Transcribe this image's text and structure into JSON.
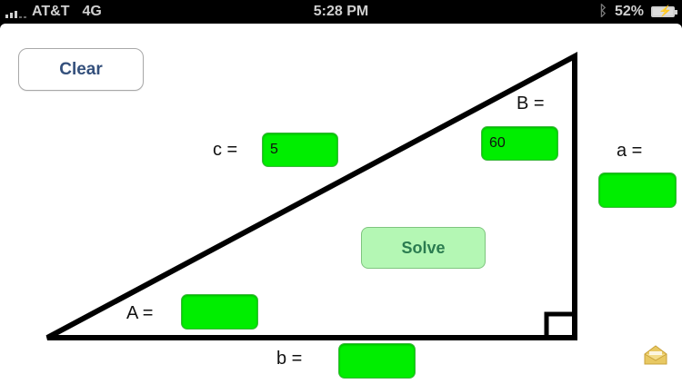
{
  "status_bar": {
    "carrier": "AT&T",
    "network": "4G",
    "time": "5:28 PM",
    "battery_percent": "52%",
    "icons": [
      "signal-icon",
      "bluetooth-icon",
      "battery-charging-icon"
    ]
  },
  "buttons": {
    "clear_label": "Clear",
    "solve_label": "Solve"
  },
  "fields": {
    "c": {
      "label": "c =",
      "value": "5"
    },
    "B": {
      "label": "B =",
      "value": "60"
    },
    "a": {
      "label": "a =",
      "value": ""
    },
    "A": {
      "label": "A =",
      "value": ""
    },
    "b": {
      "label": "b =",
      "value": ""
    }
  },
  "colors": {
    "field_green": "#00ee00",
    "solve_bg": "#b4f7b4",
    "solve_text": "#2b7c50",
    "clear_text": "#34507c"
  },
  "icons": {
    "bottom_right": "mail-envelope-icon"
  }
}
